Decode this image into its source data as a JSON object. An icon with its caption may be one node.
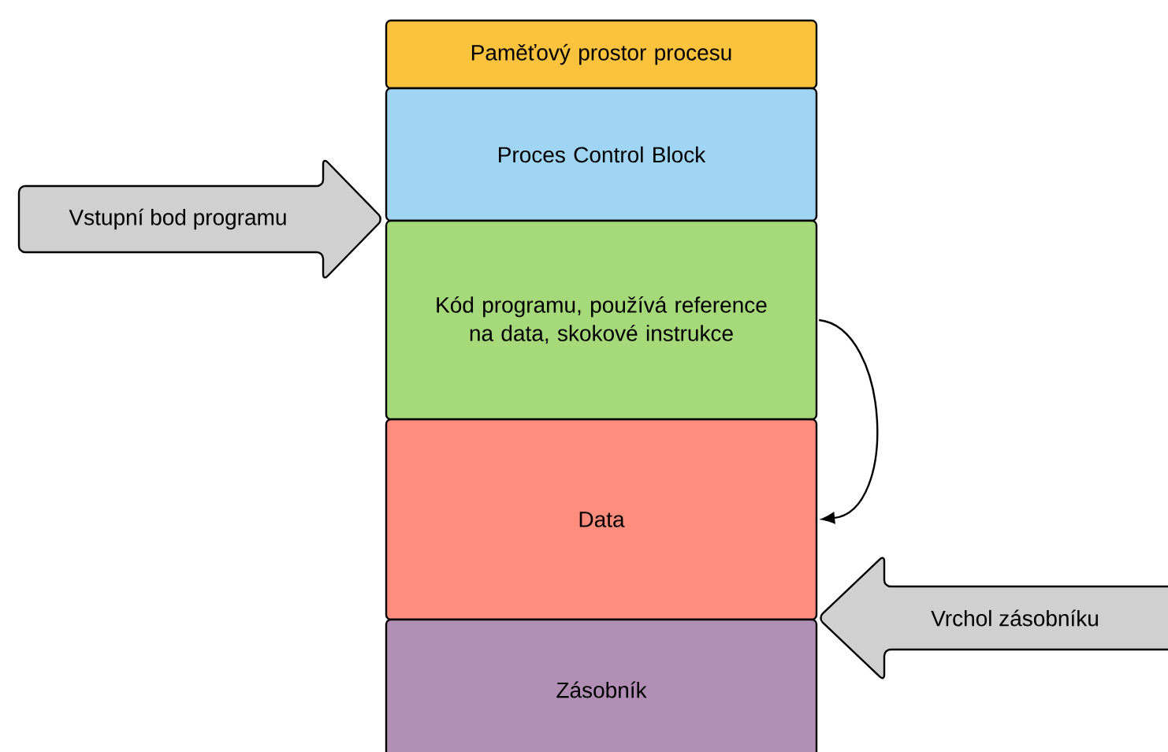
{
  "diagram": {
    "nodes": [
      {
        "text": [
          "Paměťový prostor procesu"
        ]
      },
      {
        "text": [
          "Proces Control Block"
        ]
      },
      {
        "text": [
          "Kód programu, používá reference na data, skokové instrukce"
        ]
      },
      {
        "text": [
          "Data"
        ]
      },
      {
        "text": [
          "Zásobník"
        ]
      },
      {
        "text": [
          "Vstupní bod programu"
        ]
      },
      {
        "text": [
          "Vrchol zásobníku"
        ]
      }
    ],
    "edges": [
      {
        "from": 2,
        "to": 3,
        "arrow": "to"
      }
    ]
  }
}
